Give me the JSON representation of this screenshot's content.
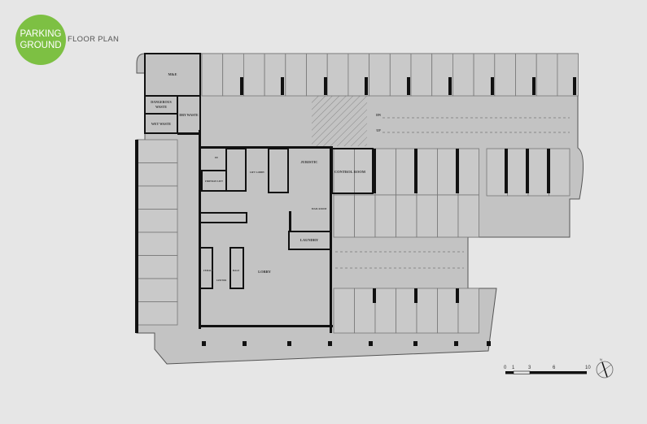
{
  "badge": {
    "line1": "PARKING",
    "line2": "GROUND"
  },
  "title": "FLOOR PLAN",
  "rooms": {
    "me": "M&E",
    "dangerous1": "DANGEROUS",
    "dangerous2": "WASTE",
    "wet": "WET WASTE",
    "dry": "DRY WASTE",
    "ee": "EE",
    "fireman": "FIREMAN LIFT",
    "liftlobby": "LIFT LOBBY",
    "juristic": "JURISTIC",
    "control": "CONTROL ROOM",
    "mail": "MAIL ROOM",
    "laundry": "LAUNDRY",
    "lobby": "LOBBY",
    "female": "FEMALE",
    "janitor": "JANITOR",
    "male": "MALE"
  },
  "ramp": {
    "down": "DN",
    "up": "UP"
  },
  "scale": {
    "ticks": [
      "0",
      "1",
      "3",
      "6",
      "10"
    ],
    "values": [
      0,
      1,
      3,
      6,
      10
    ]
  },
  "north": "N",
  "colors": {
    "badge": "#7dc043",
    "floor": "#c3c3c3",
    "wall": "#111111",
    "bg": "#e6e6e6"
  }
}
